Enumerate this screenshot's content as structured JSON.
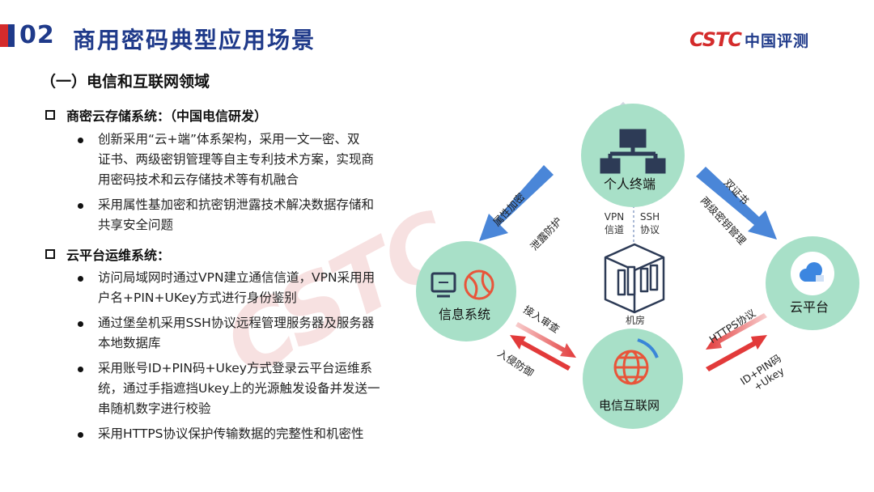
{
  "header": {
    "number": "02",
    "title": "商用密码典型应用场景",
    "logo_mark": "CSTC",
    "logo_text": "中国评测"
  },
  "subtitle": "（一）电信和互联网领域",
  "sections": [
    {
      "title": "商密云存储系统：（中国电信研发）",
      "bullets": [
        [
          "创新采用“云+端”体系架构，采用一文一密、双",
          "证书、两级密钥管理等自主专利技术方案，实现商",
          "用密码技术和云存储技术等有机融合"
        ],
        [
          "采用属性基加密和抗密钥泄露技术解决数据存储和",
          "共享安全问题"
        ]
      ]
    },
    {
      "title": "云平台运维系统：",
      "bullets": [
        [
          "访问局域网时通过VPN建立通信信道，VPN采用用",
          "户名+PIN+UKey方式进行身份鉴别"
        ],
        [
          "通过堡垒机采用SSH协议远程管理服务器及服务器",
          "本地数据库"
        ],
        [
          "采用账号ID+PIN码+Ukey方式登录云平台运维系",
          "统，通过手指遮挡Ukey上的光源触发设备并发送一",
          "串随机数字进行校验"
        ],
        [
          "采用HTTPS协议保护传输数据的完整性和机密性"
        ]
      ]
    }
  ],
  "watermark": "CSTC",
  "diagram": {
    "nodes": {
      "terminal": "个人终端",
      "info_system": "信息系统",
      "telecom": "电信互联网",
      "cloud": "云平台",
      "room": "机房"
    },
    "labels": {
      "vpn": [
        "VPN",
        "信道"
      ],
      "ssh": [
        "SSH",
        "协议"
      ],
      "arrow_left_outer": "属性加密",
      "arrow_left_inner": "泄露防护",
      "arrow_right_outer": "双证书",
      "arrow_right_inner": "两级密钥管理",
      "access_audit": "接入审查",
      "intrusion_defense": "入侵防御",
      "https": "HTTPS协议",
      "id_pin": [
        "ID+PIN码",
        "+Ukey"
      ]
    },
    "colors": {
      "node_fill": "#a8e0c8",
      "blue_arrow": "#4a86d8",
      "red_arrow": "#e23a3a",
      "icon_dark": "#2d3b56",
      "globe": "#e8553a"
    }
  }
}
